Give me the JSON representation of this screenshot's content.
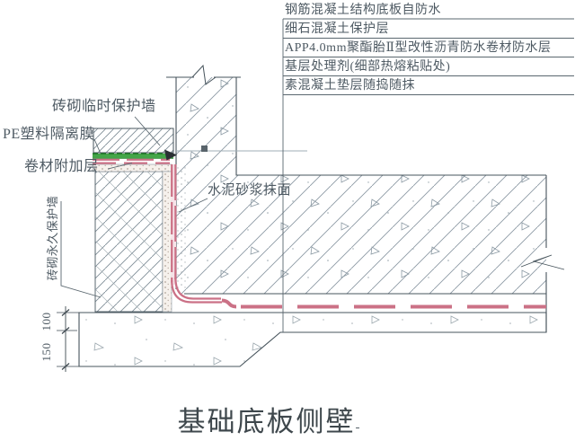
{
  "title": {
    "text": "基础底板侧壁",
    "suffix": "-"
  },
  "layer_callouts": [
    "钢筋混凝土结构底板自防水",
    "细石混凝土保护层",
    "APP4.0mm聚酯胎Ⅱ型改性沥青防水卷材防水层",
    "基层处理剂(细部热熔粘贴处)",
    "素混凝土垫层随捣随抹"
  ],
  "part_callouts": {
    "temporary_wall": "砖砌临时保护墙",
    "pe_film": "PE塑料隔离膜",
    "membrane_extra": "卷材附加层",
    "mortar": "水泥砂浆抹面",
    "permanent_wall": "砖砌永久保护墙"
  },
  "dimensions": {
    "upper": "100",
    "lower": "150"
  },
  "colors": {
    "pe_film_green": "#44a548",
    "membrane_pink": "#cb7186",
    "outline": "#47545c",
    "hatch": "#8b99a3",
    "text": "#4e5a63"
  }
}
